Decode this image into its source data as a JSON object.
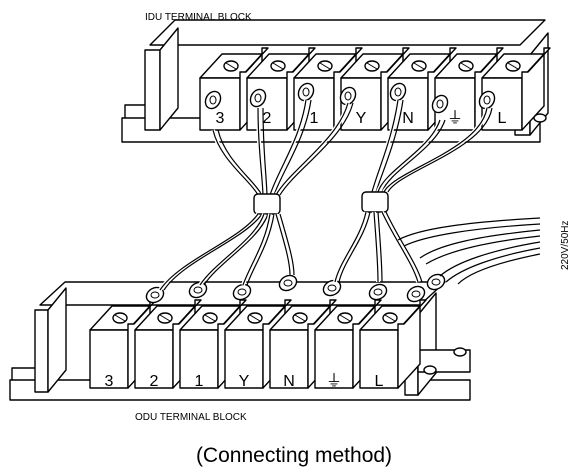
{
  "idu_block": {
    "title": "IDU TERMINAL BLOCK",
    "terminals": [
      "3",
      "2",
      "1",
      "Y",
      "N",
      "⏚",
      "L"
    ]
  },
  "odu_block": {
    "title": "ODU TERMINAL BLOCK",
    "terminals": [
      "3",
      "2",
      "1",
      "Y",
      "N",
      "⏚",
      "L"
    ]
  },
  "power_label": "220V/50Hz",
  "caption": "(Connecting method)"
}
